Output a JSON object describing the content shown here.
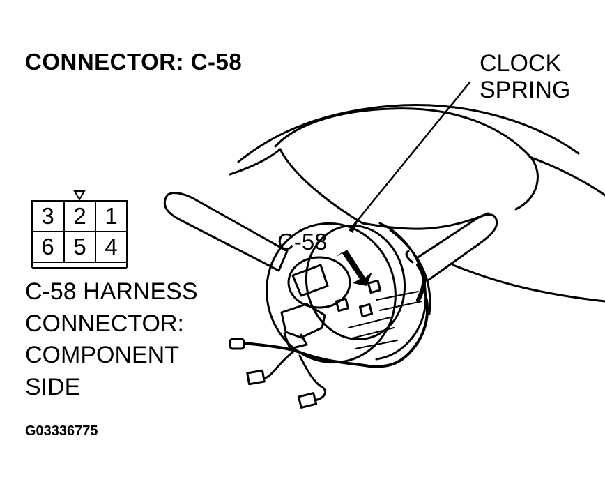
{
  "title": "CONNECTOR: C-58",
  "clock_spring_label": [
    "CLOCK",
    "SPRING"
  ],
  "connector_callout": "C-58",
  "pin_grid": {
    "top_row": [
      "3",
      "2",
      "1"
    ],
    "bottom_row": [
      "6",
      "5",
      "4"
    ]
  },
  "description": [
    "C-58 HARNESS",
    "CONNECTOR:",
    "COMPONENT",
    "SIDE"
  ],
  "figure_code": "G03336775"
}
